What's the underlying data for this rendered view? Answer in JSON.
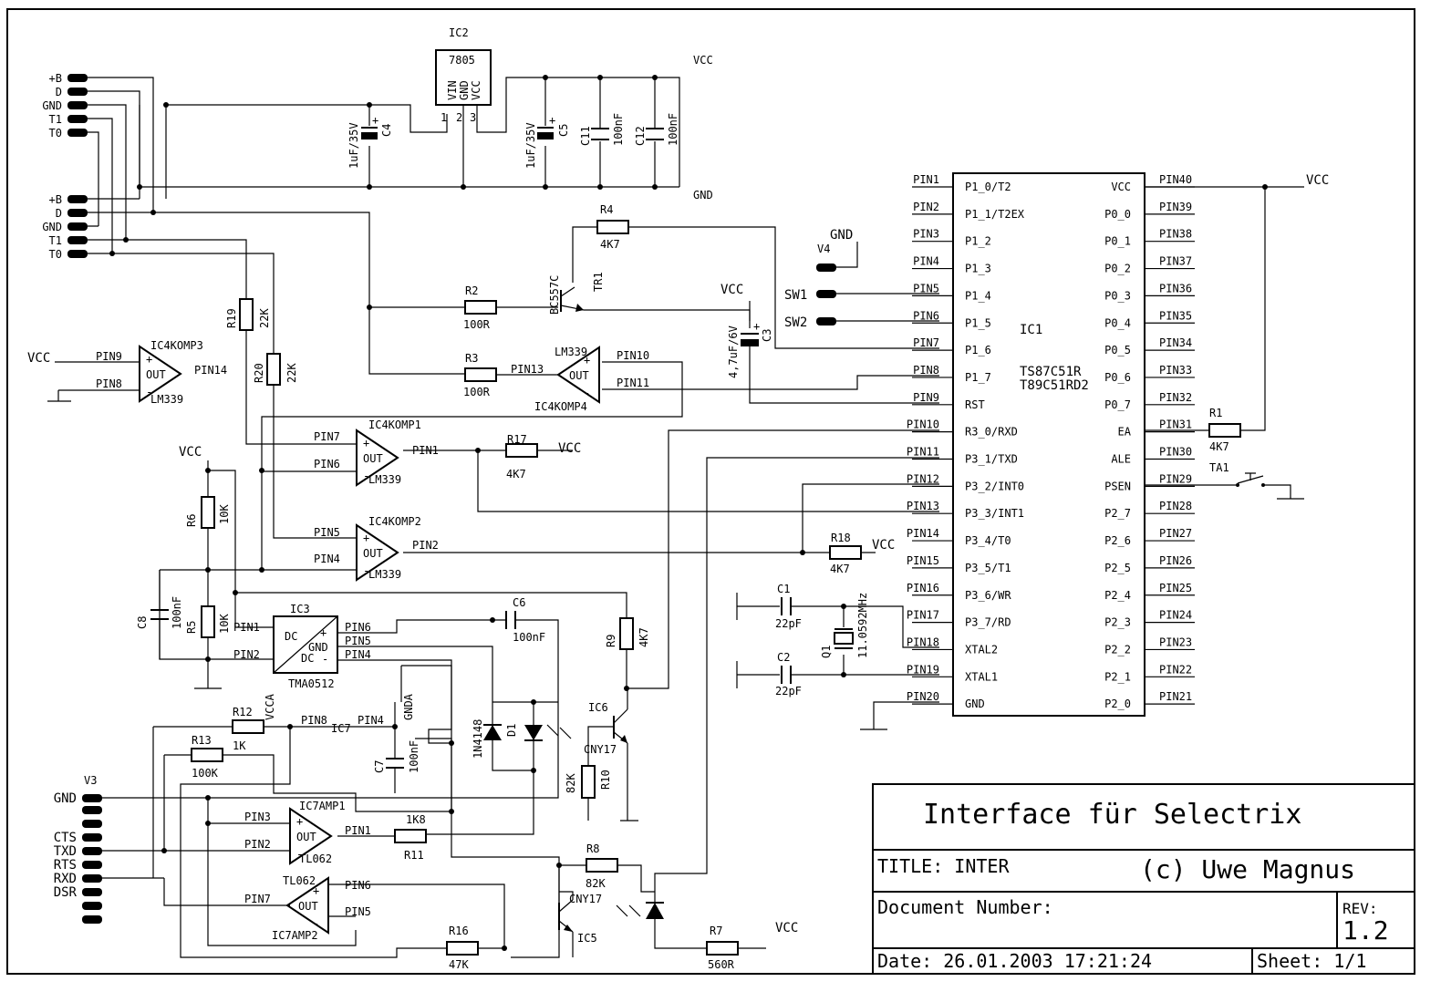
{
  "title_block": {
    "title": "Interface für Selectrix",
    "title_field": "TITLE: INTER",
    "author": "(c) Uwe Magnus",
    "docnum_label": "Document Number:",
    "rev_label": "REV:",
    "rev_value": "1.2",
    "date": "Date: 26.01.2003 17:21:24",
    "sheet": "Sheet: 1/1"
  },
  "connector_top": [
    "+B",
    "D",
    "GND",
    "T1",
    "T0"
  ],
  "connector_mid": [
    "+B",
    "D",
    "GND",
    "T1",
    "T0"
  ],
  "connector_v3": {
    "ref": "V3",
    "pins": [
      "GND",
      "",
      "",
      "CTS",
      "TXD",
      "RTS",
      "RXD",
      "DSR",
      "",
      ""
    ]
  },
  "power": {
    "ic2_ref": "IC2",
    "ic2_part": "7805",
    "ic2_pins": [
      "VIN",
      "GND",
      "VCC"
    ],
    "ic2_nums": [
      "1",
      "2",
      "3"
    ],
    "vcc": "VCC",
    "gnd": "GND"
  },
  "caps": {
    "c4": "C4",
    "c4v": "1uF/35V",
    "c5": "C5",
    "c5v": "1uF/35V",
    "c11": "C11",
    "c11v": "100nF",
    "c12": "C12",
    "c12v": "100nF",
    "c3": "C3",
    "c3v": "4,7uF/6V",
    "c6": "C6",
    "c6v": "100nF",
    "c7": "C7",
    "c7v": "100nF",
    "c8": "C8",
    "c8v": "100nF",
    "c1": "C1",
    "c1v": "22pF",
    "c2": "C2",
    "c2v": "22pF"
  },
  "resistors": {
    "r4": "R4",
    "r4v": "4K7",
    "r2": "R2",
    "r2v": "100R",
    "r3": "R3",
    "r3v": "100R",
    "r19": "R19",
    "r19v": "22K",
    "r20": "R20",
    "r20v": "22K",
    "r17": "R17",
    "r17v": "4K7",
    "r6": "R6",
    "r6v": "10K",
    "r5": "R5",
    "r5v": "10K",
    "r18": "R18",
    "r18v": "4K7",
    "r9": "R9",
    "r9v": "4K7",
    "r12": "R12",
    "r12v": "1K",
    "r13": "R13",
    "r13v": "100K",
    "r10": "R10",
    "r10v": "82K",
    "r11": "R11",
    "r11v": "1K8",
    "r8": "R8",
    "r8v": "82K",
    "r16": "R16",
    "r16v": "47K",
    "r7": "R7",
    "r7v": "560R",
    "r1": "R1",
    "r1v": "4K7"
  },
  "semis": {
    "tr1": "TR1",
    "tr1v": "BC557C",
    "d1": "D1",
    "d1v": "1N4148",
    "ic6": "IC6",
    "ic6v": "CNY17",
    "ic5": "IC5",
    "ic5v": "CNY17",
    "q1": "Q1",
    "q1v": "11.0592MHz",
    "ta1": "TA1"
  },
  "comparators": {
    "k3": {
      "ref": "IC4KOMP3",
      "part": "LM339",
      "in1": "PIN9",
      "in2": "PIN8",
      "out": "PIN14",
      "vcc": "VCC",
      "o": "OUT"
    },
    "k4": {
      "ref": "IC4KOMP4",
      "part": "LM339",
      "out": "PIN13",
      "in1": "PIN10",
      "in2": "PIN11",
      "o": "OUT"
    },
    "k1": {
      "ref": "IC4KOMP1",
      "part": "LM339",
      "in1": "PIN7",
      "in2": "PIN6",
      "out": "PIN1",
      "o": "OUT"
    },
    "k2": {
      "ref": "IC4KOMP2",
      "part": "LM339",
      "in1": "PIN5",
      "in2": "PIN4",
      "out": "PIN2",
      "o": "OUT"
    }
  },
  "ic3": {
    "ref": "IC3",
    "part": "TMA0512",
    "dc1": "DC",
    "dc2": "DC",
    "gnd": "GND",
    "p1": "PIN1",
    "p2": "PIN2",
    "p6": "PIN6",
    "p5": "PIN5",
    "p4": "PIN4",
    "plus": "+",
    "minus": "-"
  },
  "ic7": {
    "pin8": "PIN8",
    "label": "IC7",
    "pin4": "PIN4",
    "vcca": "VCCA",
    "gnda": "GNDA",
    "a1": {
      "ref": "IC7AMP1",
      "part": "TL062",
      "in1": "PIN3",
      "in2": "PIN2",
      "out": "PIN1",
      "o": "OUT"
    },
    "a2": {
      "ref": "IC7AMP2",
      "part": "TL062",
      "in1": "PIN6",
      "in2": "PIN5",
      "out": "PIN7",
      "o": "OUT"
    }
  },
  "misc": {
    "vcc": "VCC",
    "gnd": "GND",
    "v4": "V4",
    "sw1": "SW1",
    "sw2": "SW2"
  },
  "ic1": {
    "ref": "IC1",
    "part1": "TS87C51R",
    "part2": "T89C51RD2",
    "left": [
      [
        "PIN1",
        "P1_0/T2"
      ],
      [
        "PIN2",
        "P1_1/T2EX"
      ],
      [
        "PIN3",
        "P1_2"
      ],
      [
        "PIN4",
        "P1_3"
      ],
      [
        "PIN5",
        "P1_4"
      ],
      [
        "PIN6",
        "P1_5"
      ],
      [
        "PIN7",
        "P1_6"
      ],
      [
        "PIN8",
        "P1_7"
      ],
      [
        "PIN9",
        "RST"
      ],
      [
        "PIN10",
        "R3_0/RXD"
      ],
      [
        "PIN11",
        "P3_1/TXD"
      ],
      [
        "PIN12",
        "P3_2/INT0"
      ],
      [
        "PIN13",
        "P3_3/INT1"
      ],
      [
        "PIN14",
        "P3_4/T0"
      ],
      [
        "PIN15",
        "P3_5/T1"
      ],
      [
        "PIN16",
        "P3_6/WR"
      ],
      [
        "PIN17",
        "P3_7/RD"
      ],
      [
        "PIN18",
        "XTAL2"
      ],
      [
        "PIN19",
        "XTAL1"
      ],
      [
        "PIN20",
        "GND"
      ]
    ],
    "right": [
      [
        "PIN40",
        "VCC"
      ],
      [
        "PIN39",
        "P0_0"
      ],
      [
        "PIN38",
        "P0_1"
      ],
      [
        "PIN37",
        "P0_2"
      ],
      [
        "PIN36",
        "P0_3"
      ],
      [
        "PIN35",
        "P0_4"
      ],
      [
        "PIN34",
        "P0_5"
      ],
      [
        "PIN33",
        "P0_6"
      ],
      [
        "PIN32",
        "P0_7"
      ],
      [
        "PIN31",
        "EA"
      ],
      [
        "PIN30",
        "ALE"
      ],
      [
        "PIN29",
        "PSEN"
      ],
      [
        "PIN28",
        "P2_7"
      ],
      [
        "PIN27",
        "P2_6"
      ],
      [
        "PIN26",
        "P2_5"
      ],
      [
        "PIN25",
        "P2_4"
      ],
      [
        "PIN24",
        "P2_3"
      ],
      [
        "PIN23",
        "P2_2"
      ],
      [
        "PIN22",
        "P2_1"
      ],
      [
        "PIN21",
        "P2_0"
      ]
    ]
  }
}
